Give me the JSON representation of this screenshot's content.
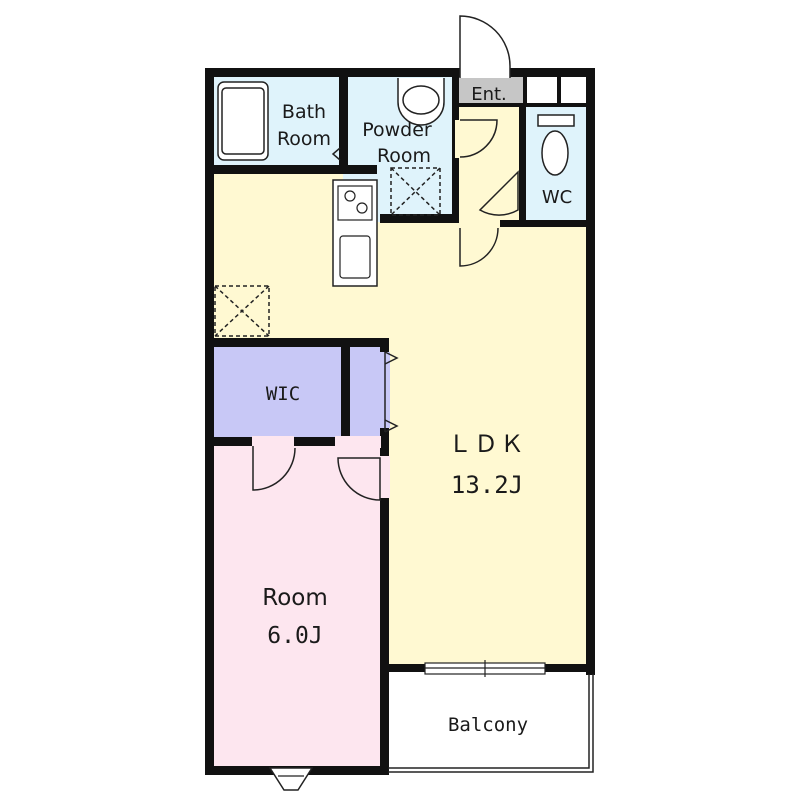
{
  "rooms": {
    "bath": {
      "line1": "Bath",
      "line2": "Room",
      "color": "#dff3fb"
    },
    "powder": {
      "line1": "Powder",
      "line2": "Room",
      "color": "#dff3fb"
    },
    "entrance": {
      "label": "Ent.",
      "color": "#c6c6c6"
    },
    "wc": {
      "label": "WC",
      "color": "#dff3fb"
    },
    "ldk": {
      "line1": "ＬＤＫ",
      "line2": "13.2J",
      "color": "#fff9d2"
    },
    "wic": {
      "label": "WIC",
      "color": "#c8c8f6"
    },
    "room": {
      "line1": "Room",
      "line2": "6.0J",
      "color": "#fde6ef"
    },
    "balcony": {
      "label": "Balcony",
      "color": "#ffffff"
    }
  },
  "colors": {
    "wall": "#111111",
    "line": "#222222"
  }
}
